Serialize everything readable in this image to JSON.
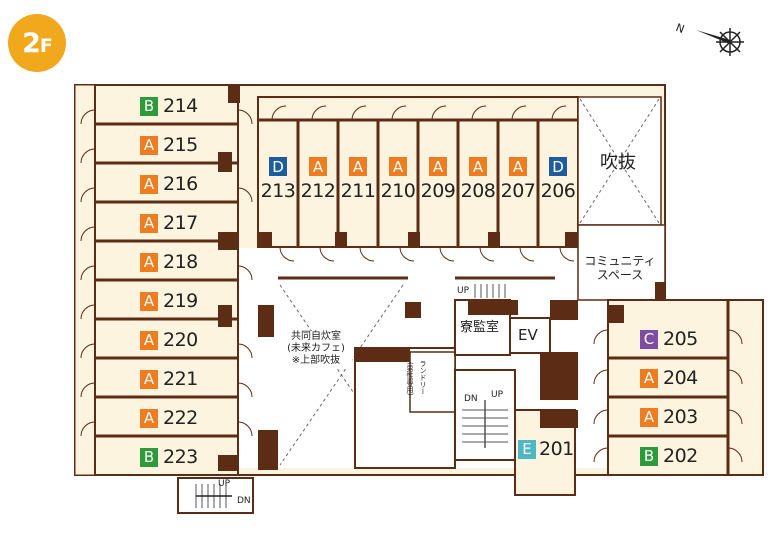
{
  "floor": {
    "number": "2",
    "suffix": "F"
  },
  "colors": {
    "A": "#ee7d22",
    "B": "#2e9b3a",
    "C": "#7c4da0",
    "D": "#1d5d9d",
    "E": "#4db8c3",
    "wall": "#5c2c14",
    "floor_fill": "#fcf4de"
  },
  "compass": {
    "label": "N",
    "icon": "compass-rose-icon"
  },
  "west_rooms": [
    {
      "type": "B",
      "number": "214"
    },
    {
      "type": "A",
      "number": "215"
    },
    {
      "type": "A",
      "number": "216"
    },
    {
      "type": "A",
      "number": "217"
    },
    {
      "type": "A",
      "number": "218"
    },
    {
      "type": "A",
      "number": "219"
    },
    {
      "type": "A",
      "number": "220"
    },
    {
      "type": "A",
      "number": "221"
    },
    {
      "type": "A",
      "number": "222"
    },
    {
      "type": "B",
      "number": "223"
    }
  ],
  "north_rooms": [
    {
      "type": "D",
      "number": "213"
    },
    {
      "type": "A",
      "number": "212"
    },
    {
      "type": "A",
      "number": "211"
    },
    {
      "type": "A",
      "number": "210"
    },
    {
      "type": "A",
      "number": "209"
    },
    {
      "type": "A",
      "number": "208"
    },
    {
      "type": "A",
      "number": "207"
    },
    {
      "type": "D",
      "number": "206"
    }
  ],
  "east_rooms": [
    {
      "type": "C",
      "number": "205"
    },
    {
      "type": "A",
      "number": "204"
    },
    {
      "type": "A",
      "number": "203"
    },
    {
      "type": "B",
      "number": "202"
    }
  ],
  "room_201": {
    "type": "E",
    "number": "201"
  },
  "areas": {
    "void": "吹抜",
    "community_line1": "コミュニティ",
    "community_line2": "スペース",
    "kitchen_line1": "共同自炊室",
    "kitchen_line2": "(未来カフェ)",
    "kitchen_line3": "※上部吹抜",
    "supervisor": "寮監室",
    "elevator": "EV",
    "laundry_line1": "ランドリー",
    "laundry_line2": "(男性専用)"
  },
  "stairs": {
    "up": "UP",
    "down": "DN"
  }
}
